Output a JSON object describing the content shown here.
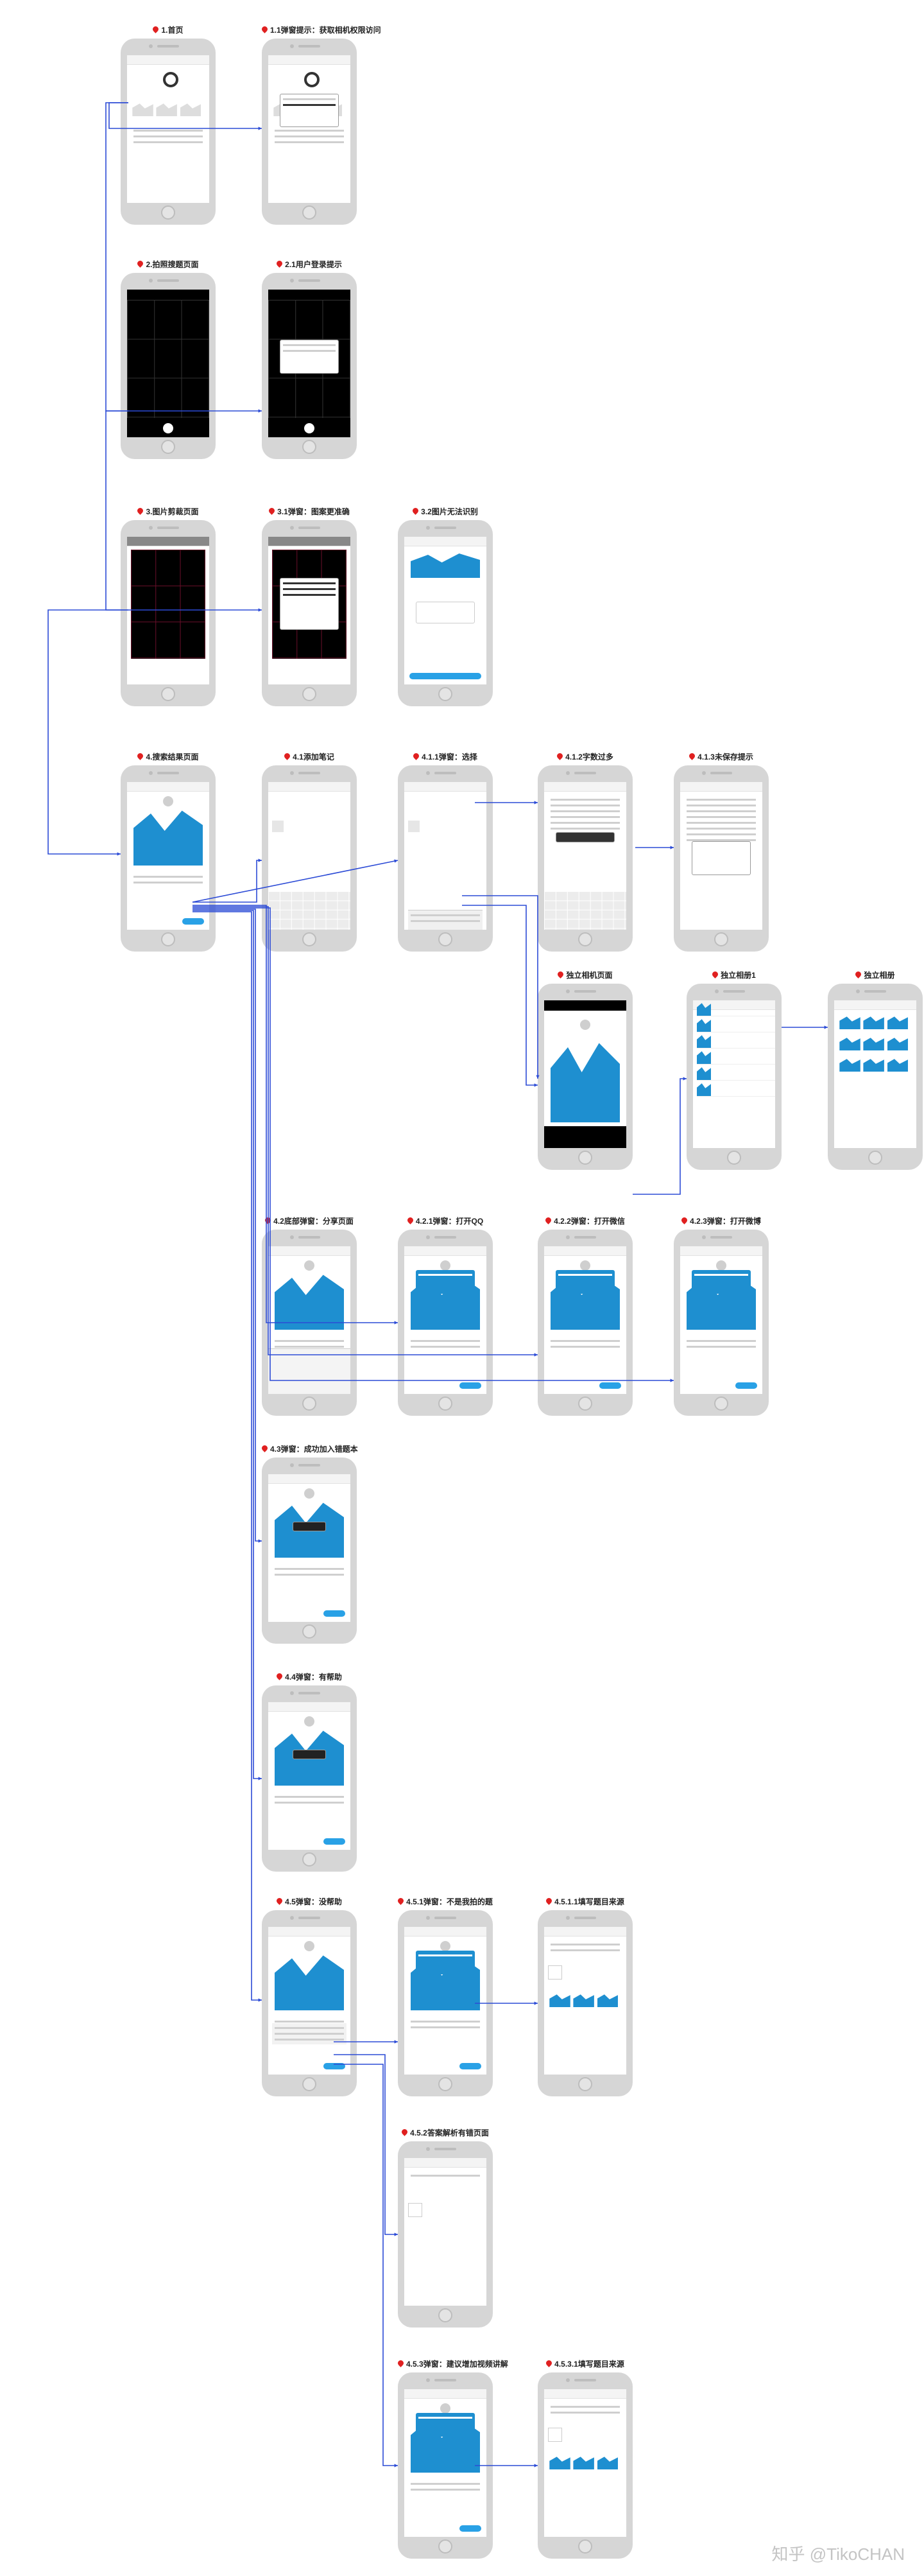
{
  "footer": "知乎 @TikoCHAN",
  "colors": {
    "connector": "#2c4bd6",
    "pin": "#e02020",
    "accent": "#1e8fd0",
    "phone": "#d6d6d6"
  },
  "screens": [
    {
      "id": "s1",
      "title": "1.首页",
      "icon": "home-grid"
    },
    {
      "id": "s11",
      "title": "1.1弹窗提示：获取相机权限访问",
      "icon": "dialog"
    },
    {
      "id": "s2",
      "title": "2.拍照搜题页面",
      "icon": "camera"
    },
    {
      "id": "s21",
      "title": "2.1用户登录提示",
      "icon": "camera-dialog"
    },
    {
      "id": "s3",
      "title": "3.图片剪裁页面",
      "icon": "crop"
    },
    {
      "id": "s31",
      "title": "3.1弹窗：图案更准确",
      "icon": "crop-dialog"
    },
    {
      "id": "s32",
      "title": "3.2图片无法识别",
      "icon": "error"
    },
    {
      "id": "s4",
      "title": "4.搜索结果页面",
      "icon": "result"
    },
    {
      "id": "s41",
      "title": "4.1添加笔记",
      "icon": "keyboard"
    },
    {
      "id": "s411",
      "title": "4.1.1弹窗：选择",
      "icon": "sheet"
    },
    {
      "id": "s412",
      "title": "4.1.2字数过多",
      "icon": "text-keyboard"
    },
    {
      "id": "s413",
      "title": "4.1.3未保存提示",
      "icon": "text-dialog"
    },
    {
      "id": "sca",
      "title": "独立相机页面",
      "icon": "camera-light"
    },
    {
      "id": "sal1",
      "title": "独立相册1",
      "icon": "album-list"
    },
    {
      "id": "sal2",
      "title": "独立相册",
      "icon": "album-grid"
    },
    {
      "id": "s42",
      "title": "4.2底部弹窗：分享页面",
      "icon": "share"
    },
    {
      "id": "s421",
      "title": "4.2.1弹窗：打开QQ",
      "icon": "result-dialog"
    },
    {
      "id": "s422",
      "title": "4.2.2弹窗：打开微信",
      "icon": "result-dialog"
    },
    {
      "id": "s423",
      "title": "4.2.3弹窗：打开微博",
      "icon": "result-dialog"
    },
    {
      "id": "s43",
      "title": "4.3弹窗：成功加入错题本",
      "icon": "result-toast"
    },
    {
      "id": "s44",
      "title": "4.4弹窗：有帮助",
      "icon": "result-toast"
    },
    {
      "id": "s45",
      "title": "4.5弹窗：没帮助",
      "icon": "result-menu"
    },
    {
      "id": "s451",
      "title": "4.5.1弹窗：不是我拍的题",
      "icon": "result-dialog"
    },
    {
      "id": "s4511",
      "title": "4.5.1.1填写题目来源",
      "icon": "form"
    },
    {
      "id": "s452",
      "title": "4.5.2答案解析有错页面",
      "icon": "form-empty"
    },
    {
      "id": "s453",
      "title": "4.5.3弹窗：建议增加视频讲解",
      "icon": "result-dialog"
    },
    {
      "id": "s4531",
      "title": "4.5.3.1填写题目来源",
      "icon": "form"
    }
  ]
}
